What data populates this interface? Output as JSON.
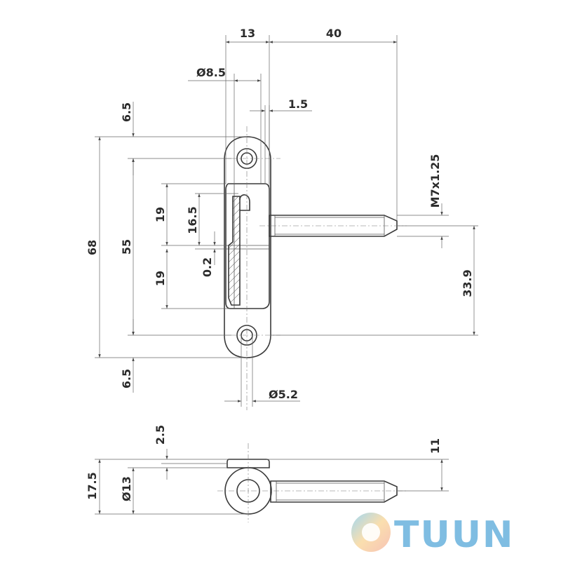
{
  "dimensions": {
    "top_width_13": "13",
    "top_length_40": "40",
    "dia_8_5": "Ø8.5",
    "gap_1_5": "1.5",
    "edge_top_6_5": "6.5",
    "edge_bottom_6_5": "6.5",
    "total_68": "68",
    "pitch_55": "55",
    "upper_19": "19",
    "lower_19": "19",
    "slot_16_5": "16.5",
    "offset_0_2": "0.2",
    "thread_m7": "M7x1.25",
    "pin_height_33_9": "33.9",
    "hole_5_2": "Ø5.2",
    "side_2_5": "2.5",
    "side_11": "11",
    "side_17_5": "17.5",
    "side_dia_13": "Ø13"
  },
  "brand": {
    "logo_text": "TUUN",
    "logo_colors": [
      "#f6b8a8",
      "#f9d9a0",
      "#8fd0f0",
      "#7fbde2"
    ]
  }
}
